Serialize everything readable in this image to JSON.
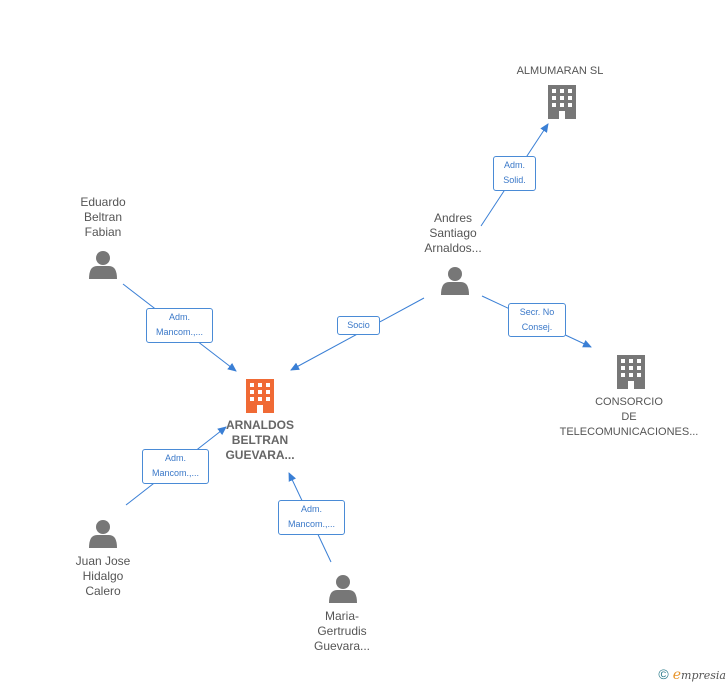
{
  "colors": {
    "edge": "#3a7fd5",
    "building_main": "#f06a35",
    "building": "#777777",
    "person": "#777777"
  },
  "nodes": {
    "center": {
      "label": "ARNALDOS\nBELTRAN\nGUEVARA...",
      "icon": "building-icon"
    },
    "almumaran": {
      "label": "ALMUMARAN SL",
      "icon": "building-icon"
    },
    "consorcio": {
      "label": "CONSORCIO\nDE\nTELECOMUNICACIONES...",
      "icon": "building-icon"
    },
    "andres": {
      "label": "Andres\nSantiago\nArnaldos...",
      "icon": "person-icon"
    },
    "eduardo": {
      "label": "Eduardo\nBeltran\nFabian",
      "icon": "person-icon"
    },
    "juan": {
      "label": "Juan Jose\nHidalgo\nCalero",
      "icon": "person-icon"
    },
    "maria": {
      "label": "Maria-\nGertrudis\nGuevara...",
      "icon": "person-icon"
    }
  },
  "edges": {
    "andres_almumaran": "Adm.\nSolid.",
    "andres_center": "Socio",
    "andres_consorcio": "Secr.  No\nConsej.",
    "eduardo_center": "Adm.\nMancom.,...",
    "juan_center": "Adm.\nMancom.,...",
    "maria_center": "Adm.\nMancom.,..."
  },
  "footer": {
    "copyright": "©",
    "brand_initial": "e",
    "brand_rest": "mpresia"
  }
}
